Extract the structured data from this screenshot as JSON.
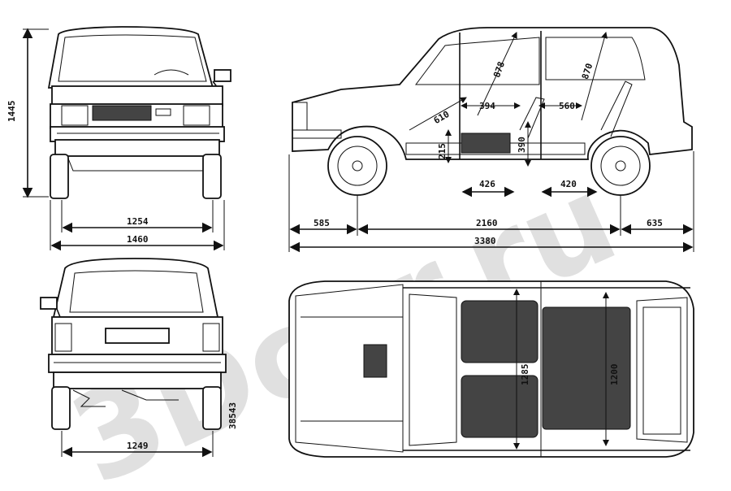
{
  "views": {
    "front": {
      "height": "1445",
      "track": "1254",
      "width": "1460"
    },
    "rear": {
      "track": "1249",
      "code": "38543"
    },
    "side": {
      "front_overhang": "585",
      "wheelbase": "2160",
      "rear_overhang": "635",
      "length": "3380",
      "seat_front": "610",
      "headroom_front": "878",
      "headroom_rear": "870",
      "front_to_seat": "394",
      "rear_leg": "560",
      "seat_height": "215",
      "seat_height_rear": "390",
      "front_seat_depth": "426",
      "rear_seat_depth": "420"
    },
    "top": {
      "width_front": "1285",
      "width_rear": "1200"
    }
  },
  "watermark": "3Dcar.ru",
  "colors": {
    "ink": "#111111",
    "watermark": "#c8c8c8"
  }
}
